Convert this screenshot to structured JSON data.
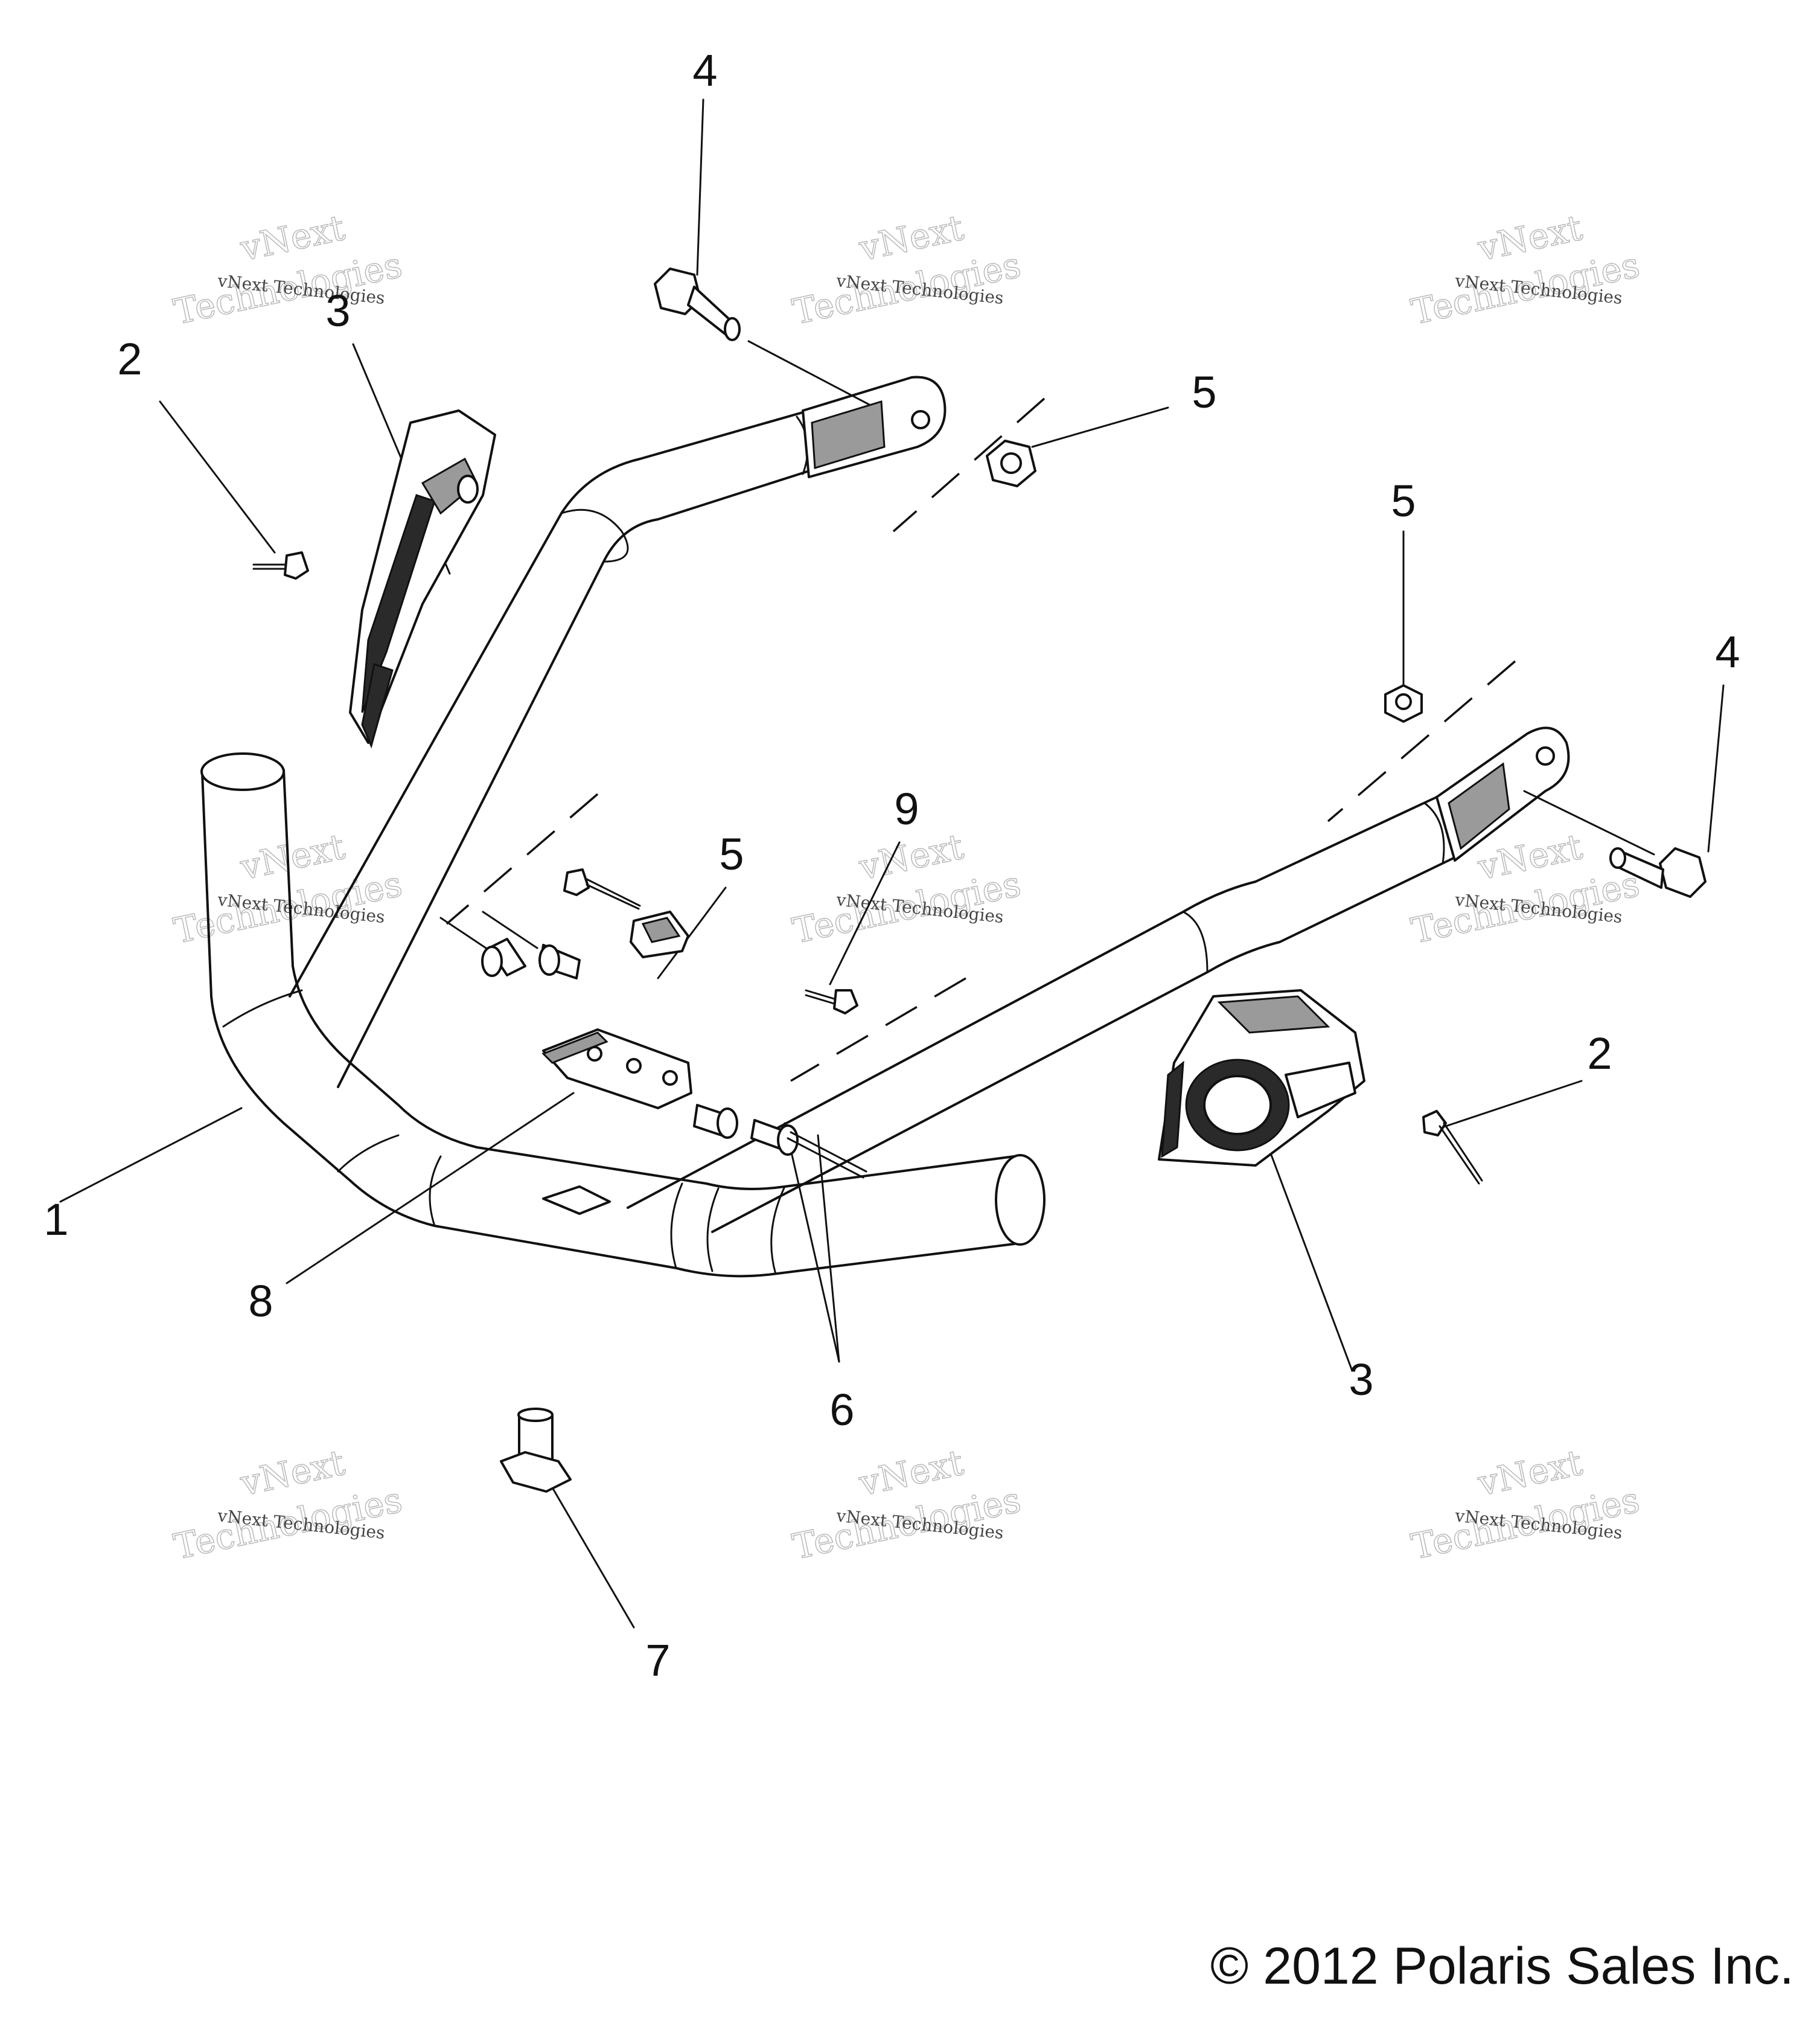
{
  "callouts": {
    "c1": "1",
    "c2a": "2",
    "c2b": "2",
    "c3a": "3",
    "c3b": "3",
    "c4a": "4",
    "c4b": "4",
    "c5a": "5",
    "c5b": "5",
    "c5c": "5",
    "c6": "6",
    "c7": "7",
    "c8": "8",
    "c9": "9"
  },
  "watermark": {
    "brand": "vNext",
    "name": "Technologies",
    "full": "vNext Technologies"
  },
  "copyright": "© 2012 Polaris Sales Inc."
}
